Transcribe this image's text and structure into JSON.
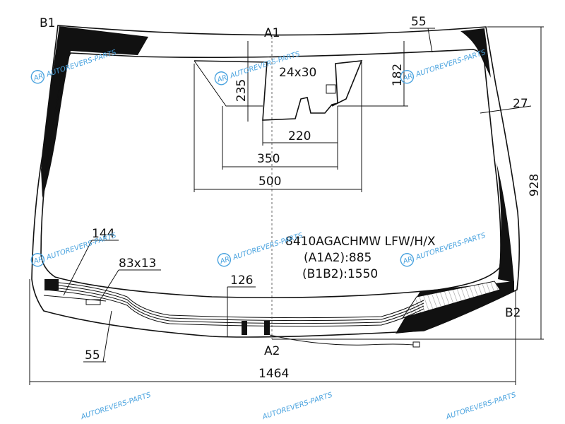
{
  "point_labels": {
    "b1": "B1",
    "b2": "B2",
    "a1": "A1",
    "a2": "A2"
  },
  "dimensions": {
    "d55_top": "55",
    "d27": "27",
    "d235": "235",
    "d182": "182",
    "d24x30": "24x30",
    "d220": "220",
    "d350": "350",
    "d500": "500",
    "d928": "928",
    "d144": "144",
    "d83x13": "83x13",
    "d126": "126",
    "d55_bottom": "55",
    "d1464": "1464"
  },
  "spec": {
    "code": "8410AGACHMW LFW/H/X",
    "a1a2": "(A1A2):885",
    "b1b2": "(B1B2):1550"
  },
  "watermark": {
    "text": "AUTOREVERS-PARTS",
    "logo": "AR",
    "color": "#4aa3df"
  }
}
